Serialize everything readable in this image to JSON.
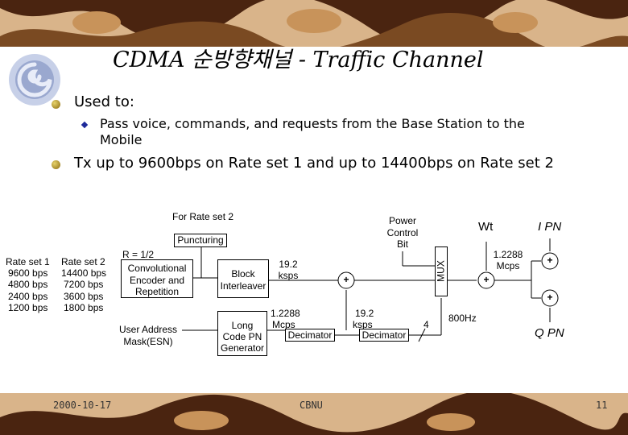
{
  "title": "CDMA 순방향채널 - Traffic Channel",
  "bullets": {
    "used_to": "Used to:",
    "sub_bullet": "Pass voice, commands, and requests from the Base Station to the Mobile",
    "tx": "Tx up to 9600bps on Rate set 1 and up to 14400bps on Rate set 2"
  },
  "diagram": {
    "for_rate_set2": "For Rate set 2",
    "puncturing": "Puncturing",
    "rate_set1": {
      "header": "Rate set 1",
      "rates": [
        "9600 bps",
        "4800 bps",
        "2400 bps",
        "1200 bps"
      ]
    },
    "rate_set2": {
      "header": "Rate set 2",
      "rates": [
        "14400 bps",
        "7200 bps",
        "3600 bps",
        "1800 bps"
      ]
    },
    "r_half": "R = 1/2",
    "conv_encoder": [
      "Convolutional",
      "Encoder and",
      "Repetition"
    ],
    "block_interleaver": [
      "Block",
      "Interleaver"
    ],
    "ksps_19_2_a": [
      "19.2",
      "ksps"
    ],
    "power_control": [
      "Power",
      "Control",
      "Bit"
    ],
    "mux": "MUX",
    "wt": "Wt",
    "i_pn": "I PN",
    "mcps_1_2288_a": [
      "1.2288",
      "Mcps"
    ],
    "user_address": [
      "User Address",
      "Mask(ESN)"
    ],
    "long_code": [
      "Long",
      "Code PN",
      "Generator"
    ],
    "mcps_1_2288_b": [
      "1.2288",
      "Mcps"
    ],
    "decimator_a": "Decimator",
    "ksps_19_2_b": [
      "19.2",
      "ksps"
    ],
    "decimator_b": "Decimator",
    "four": "4",
    "hz_800": "800Hz",
    "q_pn": "Q PN",
    "plus": "+"
  },
  "footer": {
    "date": "2000-10-17",
    "org": "CBNU",
    "page": "11"
  },
  "colors": {
    "band": "#d9b48a",
    "swirl": "#4a2410",
    "bullet_diamond": "#1e2a9a"
  }
}
